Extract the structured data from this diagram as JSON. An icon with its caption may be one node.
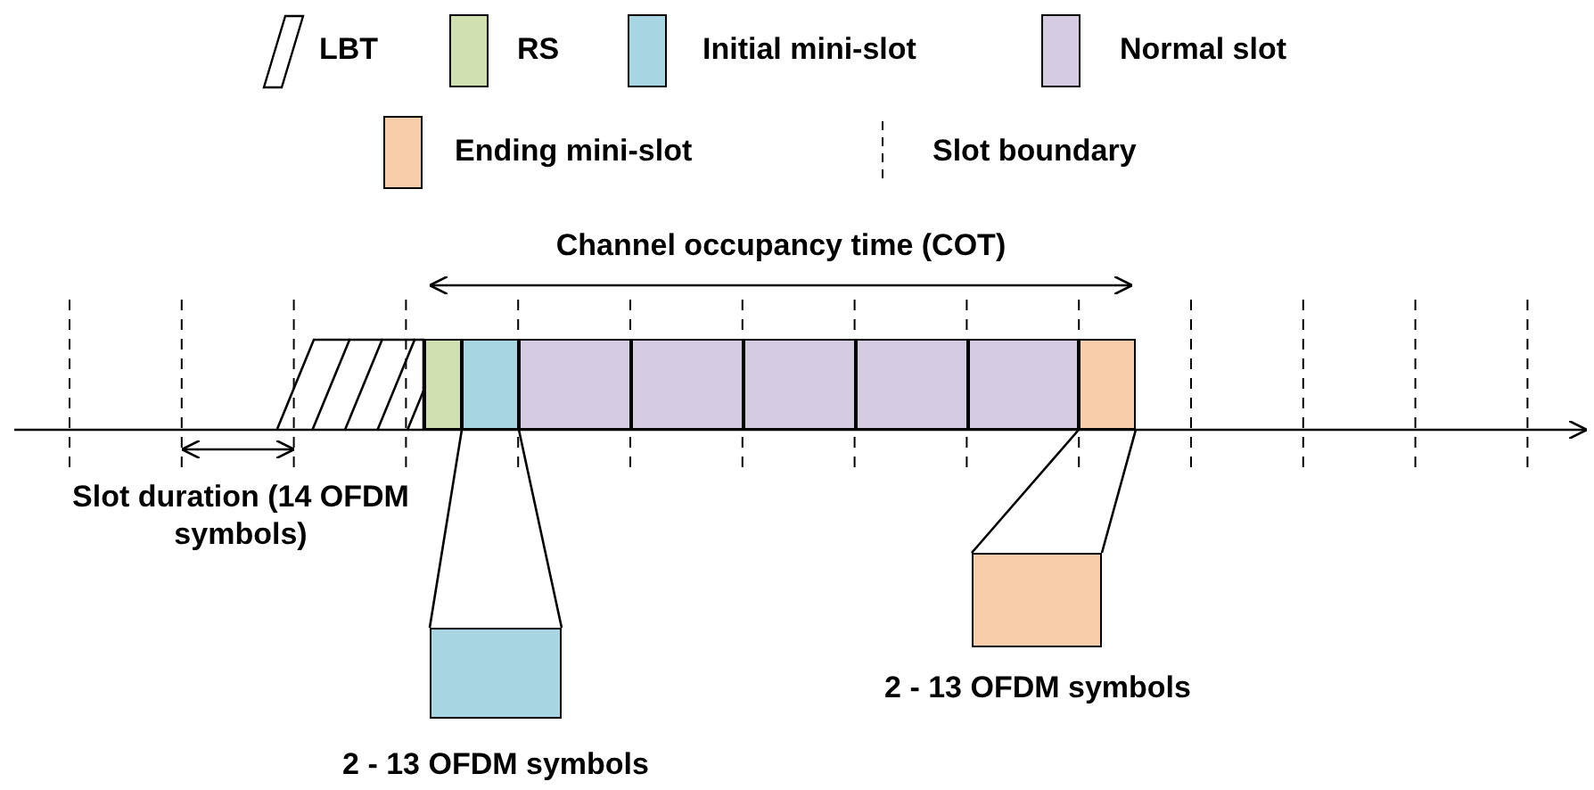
{
  "diagram": {
    "nodes": [
      {
        "text": [],
        "shape": "parallelogram"
      },
      {
        "text": [],
        "shape": "box"
      },
      {
        "text": [],
        "shape": "box"
      },
      {
        "text": [],
        "shape": "box"
      },
      {
        "text": [],
        "shape": "box"
      },
      {
        "text": [],
        "shape": "box"
      },
      {
        "text": [],
        "shape": "box"
      },
      {
        "text": [],
        "shape": "box"
      },
      {
        "text": [],
        "shape": "box"
      },
      {
        "text": [],
        "shape": "box",
        "beside": [
          "2 - 13 OFDM symbols"
        ]
      },
      {
        "text": [],
        "shape": "box",
        "beside": [
          "2 - 13 OFDM symbols"
        ]
      }
    ],
    "edges": [
      {
        "from": 2,
        "to": 9,
        "arrow": "none"
      },
      {
        "from": 2,
        "to": 9,
        "arrow": "none"
      },
      {
        "from": 8,
        "to": 10,
        "arrow": "none"
      },
      {
        "from": 8,
        "to": 10,
        "arrow": "none"
      }
    ],
    "labels": [
      "Channel occupancy time (COT)",
      "Slot duration (14 OFDM symbols)"
    ],
    "legend": [
      {
        "text": "LBT"
      },
      {
        "text": "RS",
        "color": "#d0dfb0"
      },
      {
        "text": "Initial mini-slot",
        "color": "#a8d5e2"
      },
      {
        "text": "Normal slot",
        "color": "#d5cce3"
      },
      {
        "text": "Ending mini-slot",
        "color": "#f8cdaa"
      },
      {
        "text": "Slot boundary"
      }
    ]
  }
}
